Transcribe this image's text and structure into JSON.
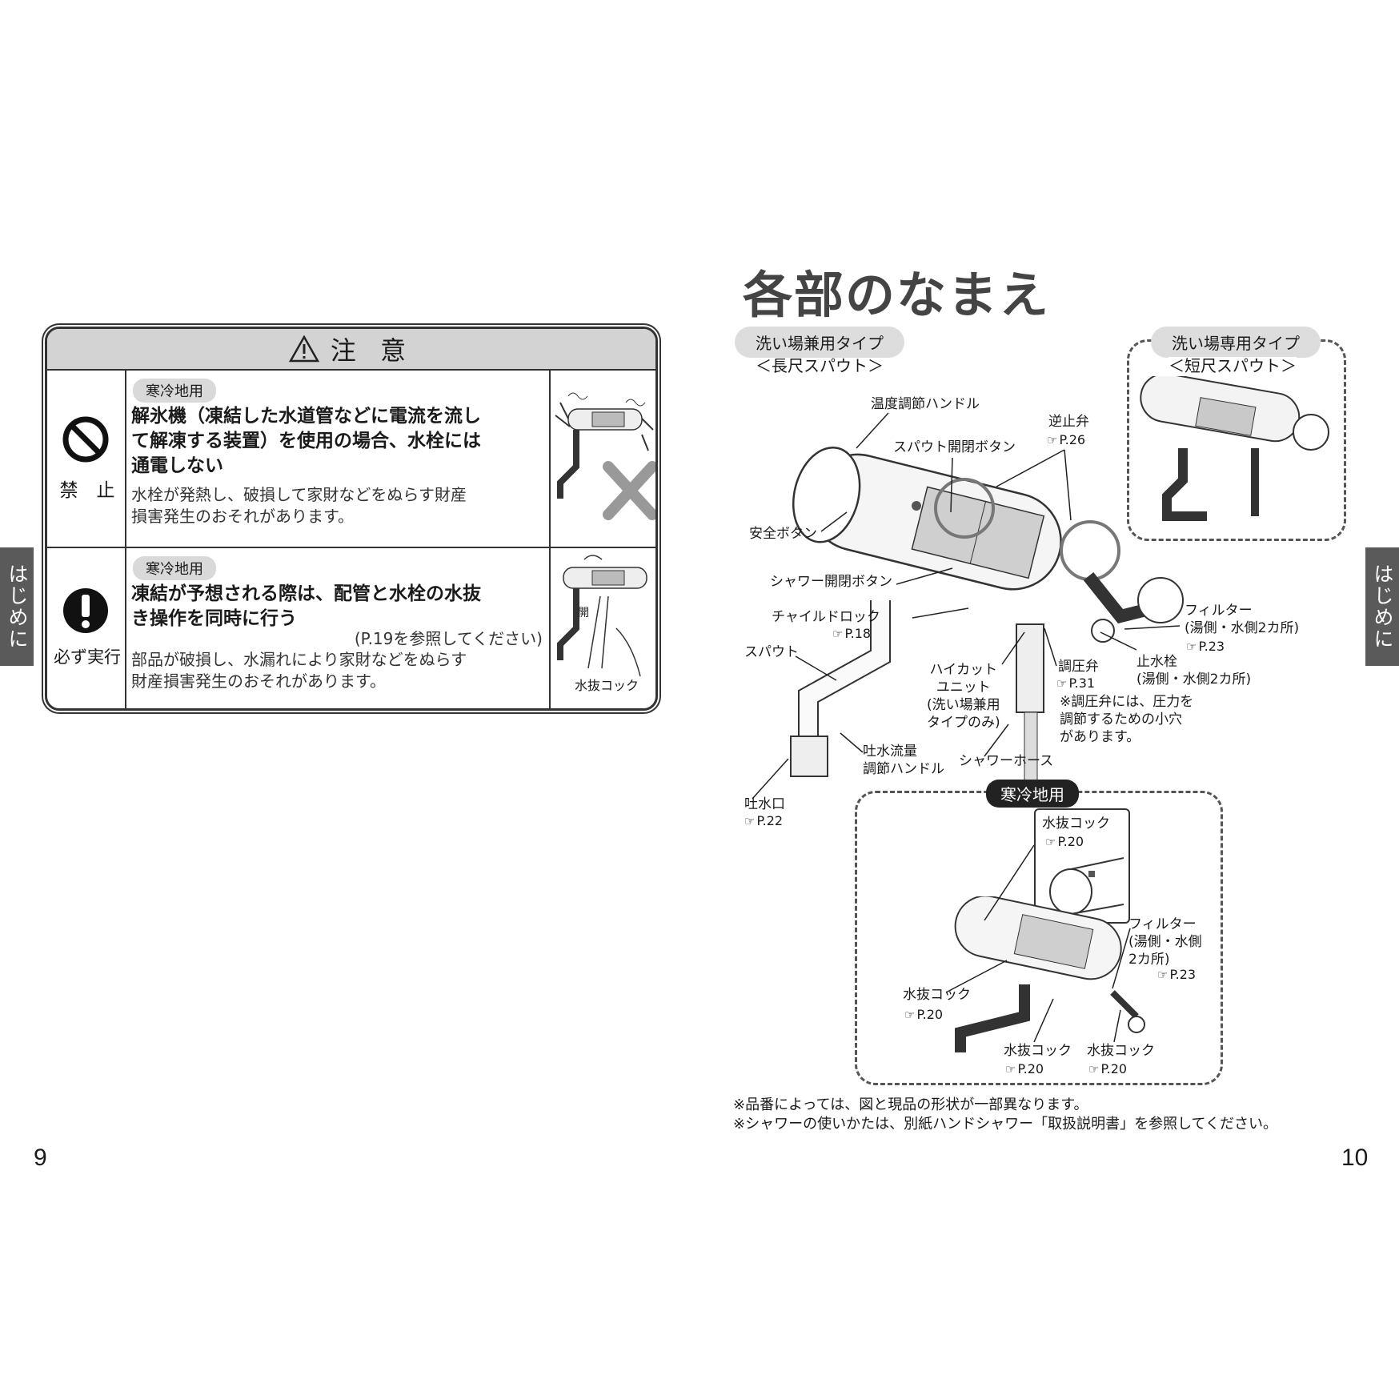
{
  "side_tab": "はじめに",
  "page_left": "9",
  "page_right": "10",
  "caution": {
    "header": "注 意",
    "rows": [
      {
        "tag": "寒冷地用",
        "symbol_label": "禁　止",
        "heading": [
          "解氷機（凍結した水道管などに電流を流し",
          "て解凍する装置）を使用の場合、水栓には",
          "通電しない"
        ],
        "body": [
          "水栓が発熱し、破損して家財などをぬらす財産",
          "損害発生のおそれがあります。"
        ]
      },
      {
        "tag": "寒冷地用",
        "symbol_label": "必ず実行",
        "heading": [
          "凍結が予想される際は、配管と水栓の水抜",
          "き操作を同時に行う"
        ],
        "ref": "(P.19を参照してください)",
        "body": [
          "部品が破損し、水漏れにより家財などをぬらす",
          "財産損害発生のおそれがあります。"
        ],
        "img_label": "水抜コック",
        "img_label2": "開"
      }
    ]
  },
  "right": {
    "title": "各部のなまえ",
    "type_left": "洗い場兼用タイプ",
    "type_left_sub": "＜長尺スパウト＞",
    "type_right": "洗い場専用タイプ",
    "type_right_sub": "＜短尺スパウト＞",
    "labels": {
      "temp_handle": "温度調節ハンドル",
      "check_valve": "逆止弁",
      "check_valve_ref": "P.26",
      "spout_button": "スパウト開閉ボタン",
      "safety_button": "安全ボタン",
      "shower_button": "シャワー開閉ボタン",
      "child_lock": "チャイルドロック",
      "child_lock_ref": "P.18",
      "spout": "スパウト",
      "highcut": [
        "ハイカット",
        "ユニット",
        "(洗い場兼用",
        "タイプのみ)"
      ],
      "pressure_valve": "調圧弁",
      "pressure_valve_ref": "P.31",
      "pressure_note": [
        "※調圧弁には、圧力を",
        "調節するための小穴",
        "があります。"
      ],
      "filter": [
        "フィルター",
        "(湯側・水側2カ所)"
      ],
      "filter_ref": "P.23",
      "stop_valve": [
        "止水栓",
        "(湯側・水側2カ所)"
      ],
      "flow_handle": [
        "吐水流量",
        "調節ハンドル"
      ],
      "shower_hose": "シャワーホース",
      "outlet": "吐水口",
      "outlet_ref": "P.22"
    },
    "cold": {
      "tag": "寒冷地用",
      "drain_top": "水抜コック",
      "drain_top_ref": "P.20",
      "filter": [
        "フィルター",
        "(湯側・水側",
        "2カ所)"
      ],
      "filter_ref": "P.23",
      "drain_left": "水抜コック",
      "drain_left_ref": "P.20",
      "drain_mid": "水抜コック",
      "drain_mid_ref": "P.20",
      "drain_right": "水抜コック",
      "drain_right_ref": "P.20"
    },
    "notes": [
      "※品番によっては、図と現品の形状が一部異なります。",
      "※シャワーの使いかたは、別紙ハンドシャワー「取扱説明書」を参照してください。"
    ]
  }
}
